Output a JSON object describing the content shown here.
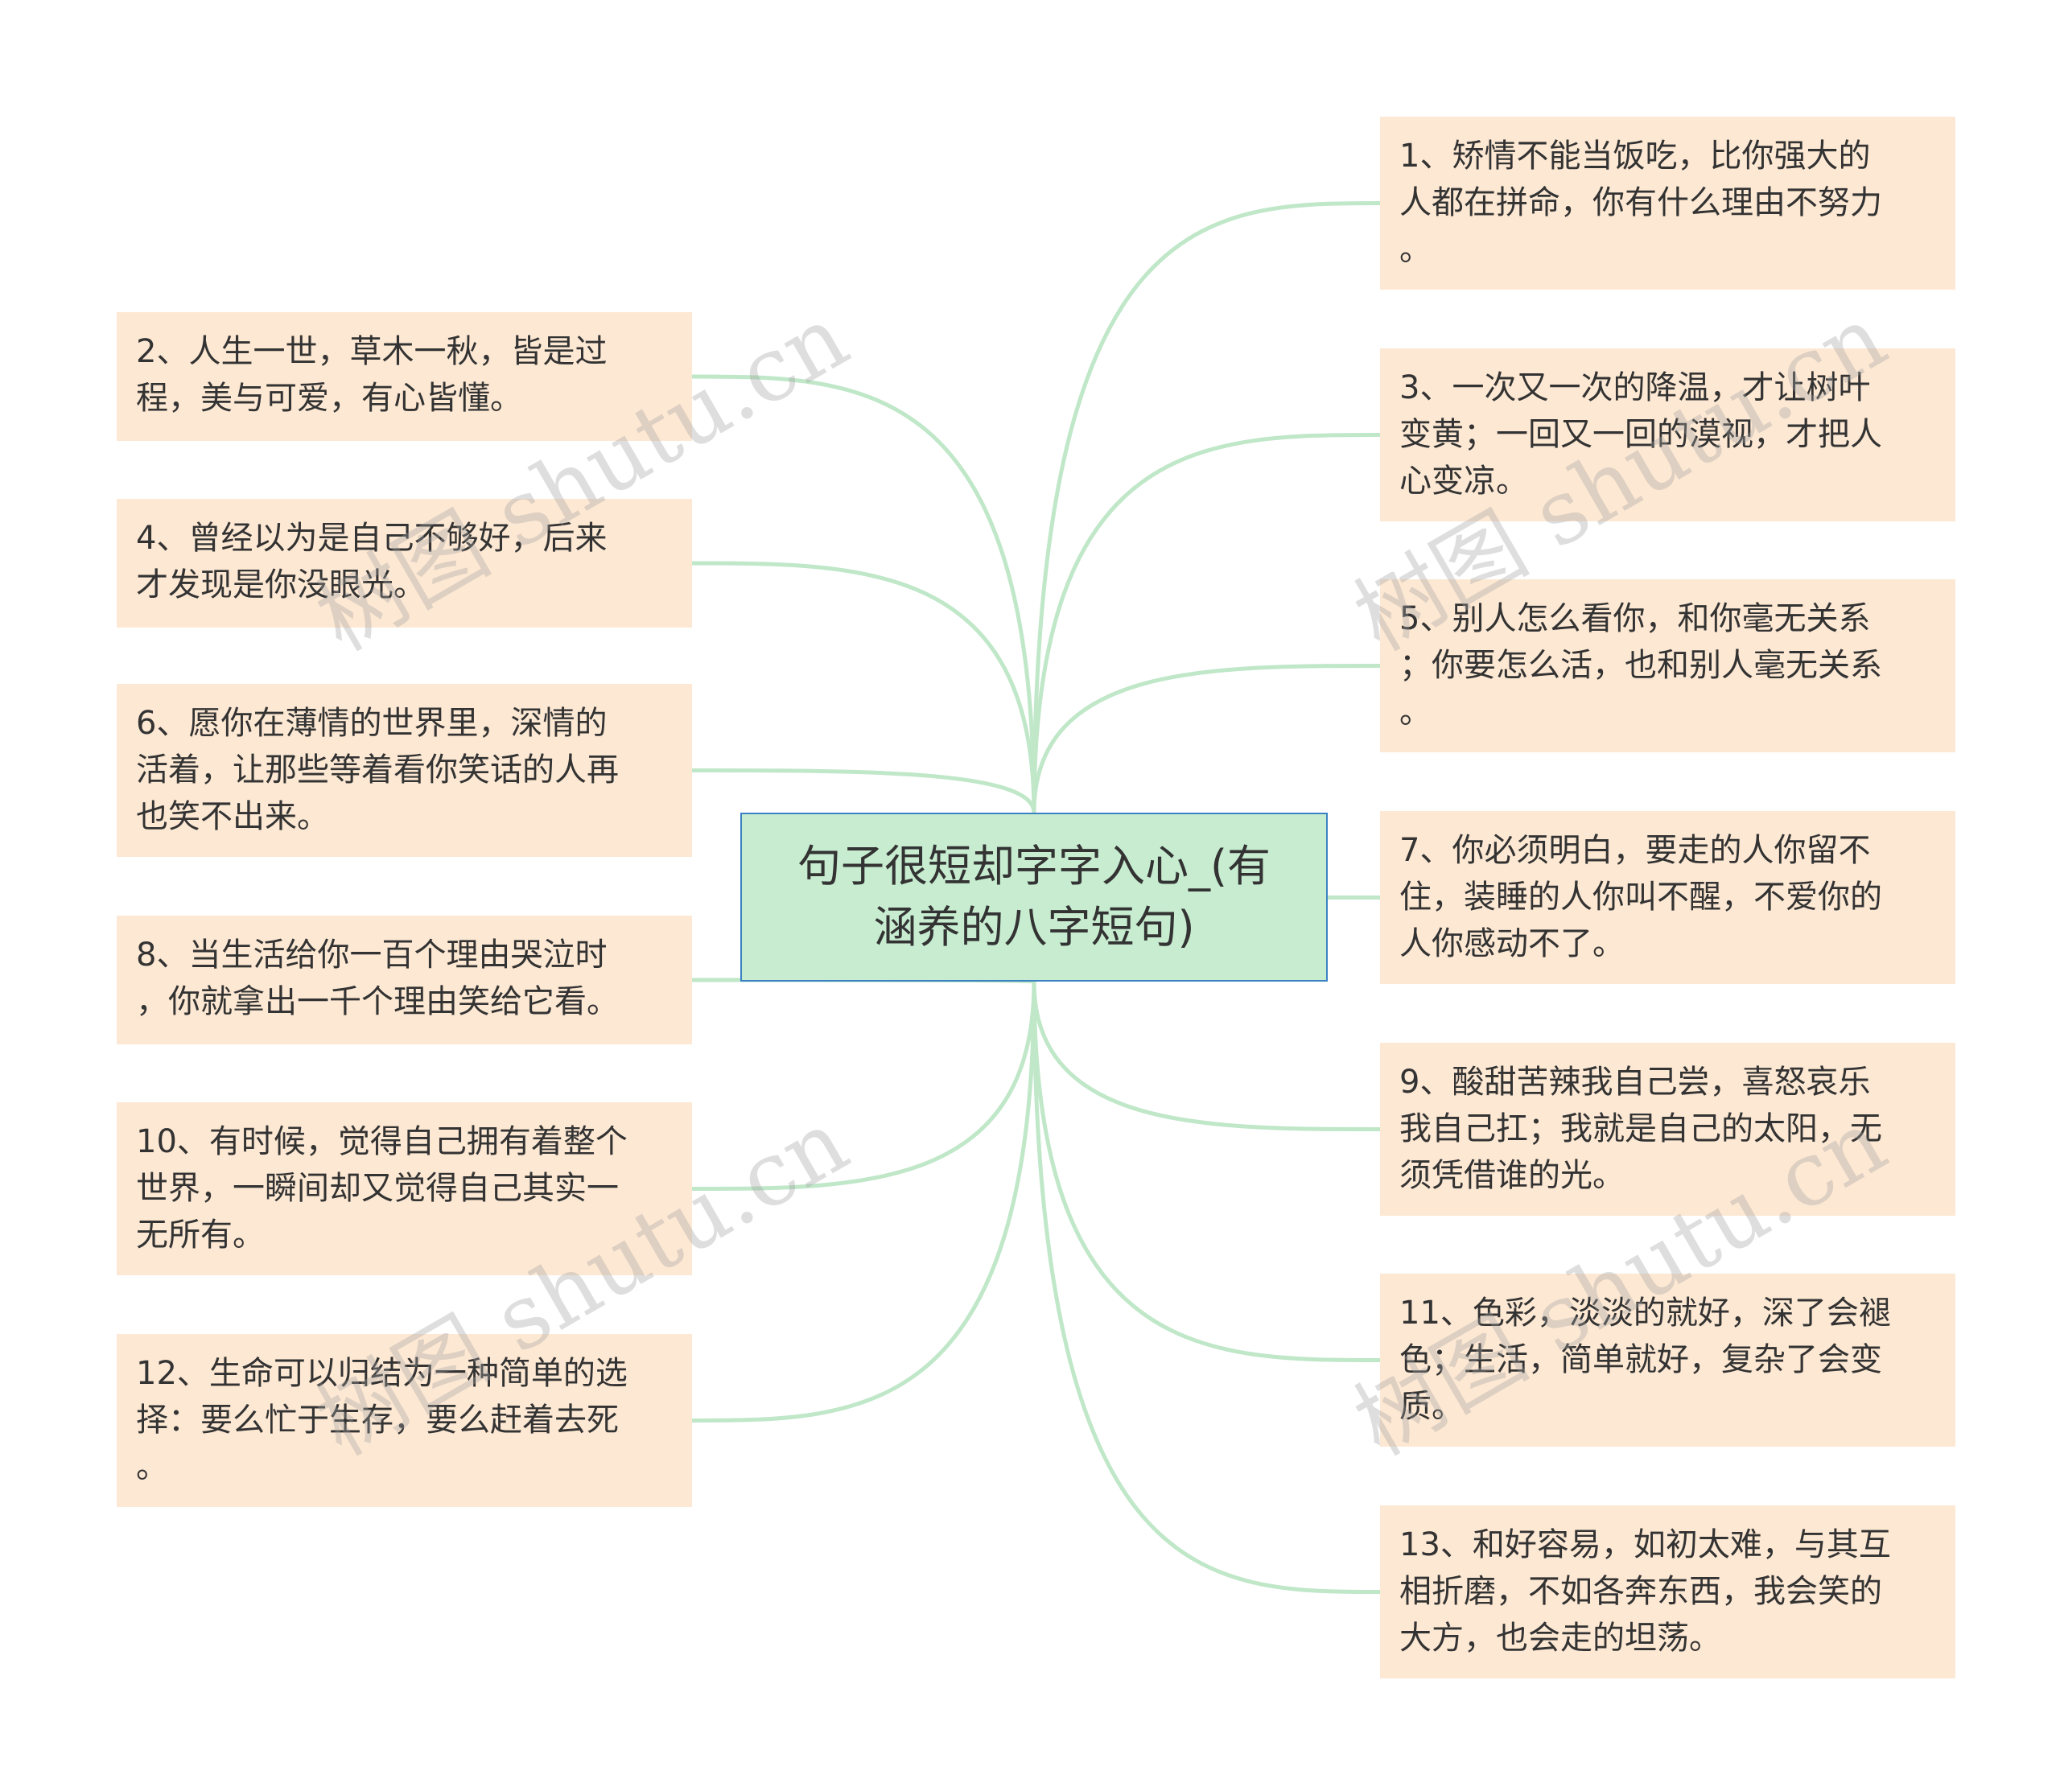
{
  "root": {
    "text": "句子很短却字字入心_(有\n涵养的八字短句)"
  },
  "link_color": "#bfe7c8",
  "node_color": "#fde8d3",
  "root_fill": "#c7ecd0",
  "root_border": "#3b82c4",
  "left_nodes": [
    {
      "text": "2、人生一世，草木一秋，皆是过\n程，美与可爱，有心皆懂。"
    },
    {
      "text": "4、曾经以为是自己不够好，后来\n才发现是你没眼光。"
    },
    {
      "text": "6、愿你在薄情的世界里，深情的\n活着，让那些等着看你笑话的人再\n也笑不出来。"
    },
    {
      "text": "8、当生活给你一百个理由哭泣时\n，你就拿出一千个理由笑给它看。"
    },
    {
      "text": "10、有时候，觉得自己拥有着整个\n世界，一瞬间却又觉得自己其实一\n无所有。"
    },
    {
      "text": "12、生命可以归结为一种简单的选\n择：要么忙于生存，要么赶着去死\n。"
    }
  ],
  "right_nodes": [
    {
      "text": "1、矫情不能当饭吃，比你强大的\n人都在拼命，你有什么理由不努力\n。"
    },
    {
      "text": "3、一次又一次的降温，才让树叶\n变黄；一回又一回的漠视，才把人\n心变凉。"
    },
    {
      "text": "5、别人怎么看你，和你毫无关系\n；你要怎么活，也和别人毫无关系\n。"
    },
    {
      "text": "7、你必须明白，要走的人你留不\n住，装睡的人你叫不醒，不爱你的\n人你感动不了。"
    },
    {
      "text": "9、酸甜苦辣我自己尝，喜怒哀乐\n我自己扛；我就是自己的太阳，无\n须凭借谁的光。"
    },
    {
      "text": "11、色彩，淡淡的就好，深了会褪\n色；生活，简单就好，复杂了会变\n质。"
    },
    {
      "text": "13、和好容易，如初太难，与其互\n相折磨，不如各奔东西，我会笑的\n大方，也会走的坦荡。"
    }
  ],
  "watermark": {
    "text": "树图 shutu.cn"
  }
}
